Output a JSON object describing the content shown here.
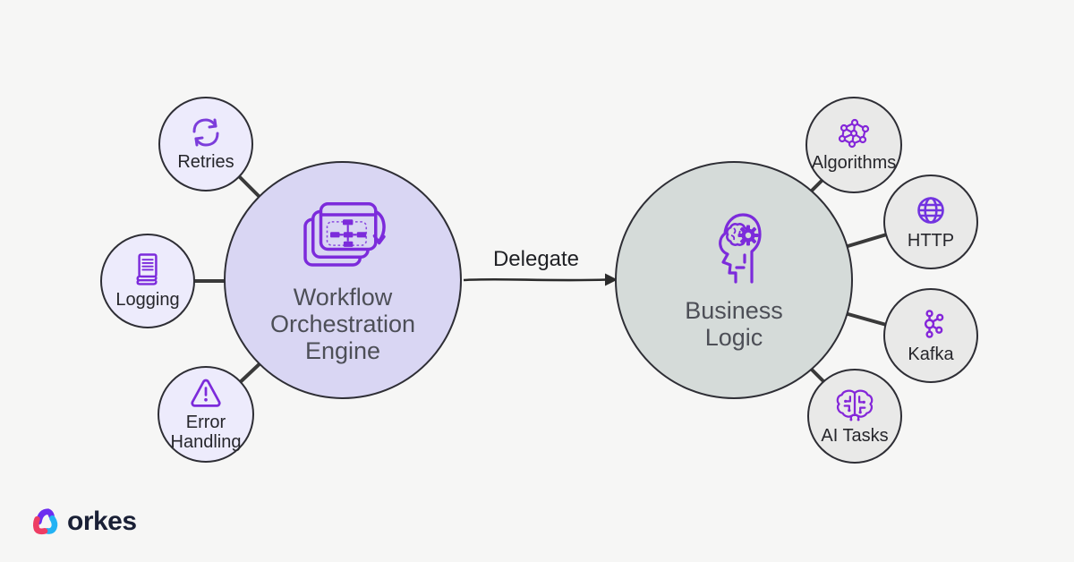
{
  "colors": {
    "background": "#f6f6f5",
    "icon_purple": "#7c2bdb",
    "hub_left_fill": "#d9d6f3",
    "hub_right_fill": "#d5dbd9",
    "satellite_left_fill": "#edebfc",
    "satellite_right_fill": "#e9e9e8",
    "node_border": "#2e2e35",
    "connector": "#3a3a3a",
    "hub_label_color": "#4d4f57",
    "satellite_label_color": "#26262b",
    "brand_navy": "#1a2036",
    "brand_pink": "#ee3d64",
    "brand_purple": "#6d2df0",
    "brand_blue": "#23b2f4"
  },
  "diagram": {
    "left_hub": {
      "icon": "workflow-stack-icon",
      "lines": [
        "Workflow",
        "Orchestration",
        "Engine"
      ]
    },
    "left_satellites": [
      {
        "icon": "retries-icon",
        "lines": [
          "Retries"
        ]
      },
      {
        "icon": "logging-icon",
        "lines": [
          "Logging"
        ]
      },
      {
        "icon": "error-handling-icon",
        "lines": [
          "Error",
          "Handling"
        ]
      }
    ],
    "connector": {
      "label": "Delegate"
    },
    "right_hub": {
      "icon": "business-logic-icon",
      "lines": [
        "Business",
        "Logic"
      ]
    },
    "right_satellites": [
      {
        "icon": "algorithms-icon",
        "lines": [
          "Algorithms"
        ]
      },
      {
        "icon": "http-icon",
        "lines": [
          "HTTP"
        ]
      },
      {
        "icon": "kafka-icon",
        "lines": [
          "Kafka"
        ]
      },
      {
        "icon": "ai-tasks-icon",
        "lines": [
          "AI Tasks"
        ]
      }
    ]
  },
  "footer": {
    "brand": "orkes"
  }
}
